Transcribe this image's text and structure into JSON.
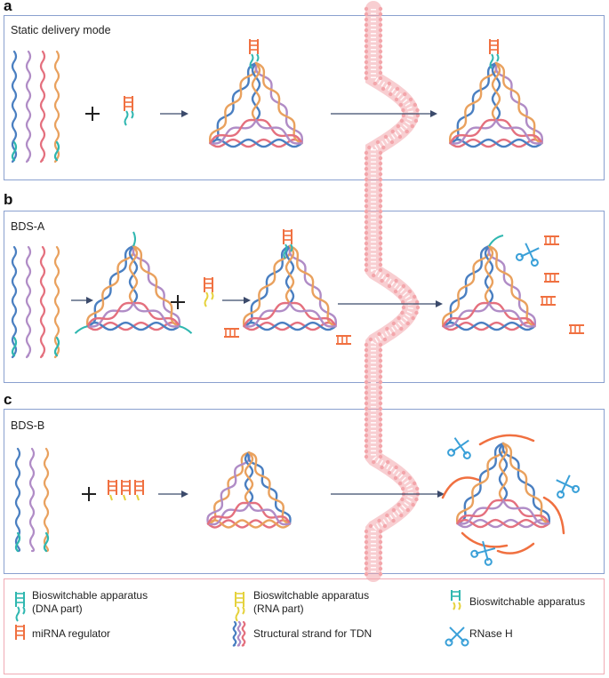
{
  "panels": [
    {
      "letter": "a",
      "label": "Static delivery mode"
    },
    {
      "letter": "b",
      "label": "BDS-A"
    },
    {
      "letter": "c",
      "label": "BDS-B"
    }
  ],
  "legend": [
    {
      "icon": "bioswitch-dna-icon",
      "line1": "Bioswitchable apparatus",
      "line2": "(DNA part)"
    },
    {
      "icon": "bioswitch-rna-icon",
      "line1": "Bioswitchable apparatus",
      "line2": "(RNA part)"
    },
    {
      "icon": "bioswitch-full-icon",
      "line1": "Bioswitchable apparatus",
      "line2": ""
    },
    {
      "icon": "mirna-regulator-icon",
      "line1": "miRNA regulator",
      "line2": ""
    },
    {
      "icon": "structural-strand-icon",
      "line1": "Structural strand for TDN",
      "line2": ""
    },
    {
      "icon": "rnase-h-icon",
      "line1": "RNase H",
      "line2": ""
    }
  ],
  "colors": {
    "blue": "#4a7fc1",
    "purple": "#b08cc6",
    "red": "#e4707e",
    "orange": "#e9a15e",
    "teal": "#2fb7b0",
    "yellow": "#e5d23c",
    "mirna": "#f07040",
    "scissors": "#3aa0d8",
    "membrane": "#f3a6ab",
    "frame": "#8aa0cf"
  }
}
